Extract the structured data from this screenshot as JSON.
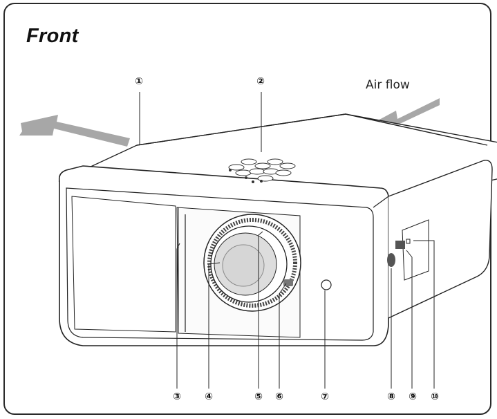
{
  "title": "Front",
  "airflow_label": "Air flow",
  "callouts": [
    "①",
    "②",
    "③",
    "④",
    "⑤",
    "⑥",
    "⑦",
    "⑧",
    "⑨",
    "⑩"
  ]
}
